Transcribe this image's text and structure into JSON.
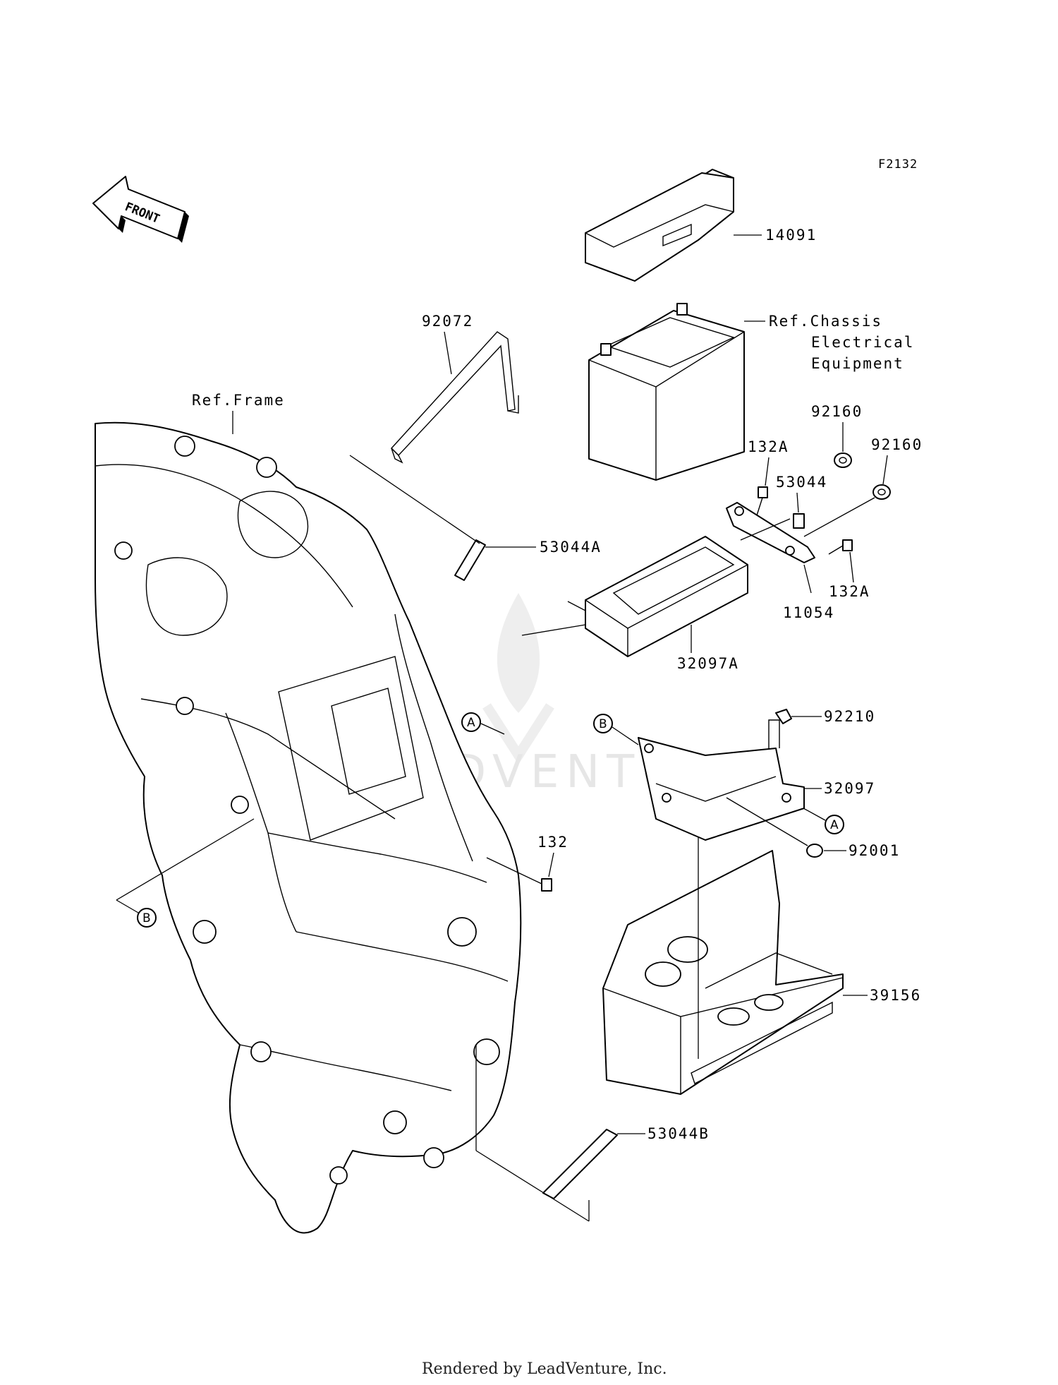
{
  "figure_code": "F2132",
  "front_arrow": {
    "text": "FRONT"
  },
  "references": {
    "frame": "Ref.Frame",
    "chassis_line1": "Ref.Chassis",
    "chassis_line2": "Electrical",
    "chassis_line3": "Equipment"
  },
  "callouts": {
    "p14091": "14091",
    "p92072": "92072",
    "p92160_a": "92160",
    "p92160_b": "92160",
    "p132A_a": "132A",
    "p53044": "53044",
    "p53044A": "53044A",
    "p132A_b": "132A",
    "p11054": "11054",
    "p32097A": "32097A",
    "p92210": "92210",
    "p32097": "32097",
    "p92001": "92001",
    "p132": "132",
    "p39156": "39156",
    "p53044B": "53044B"
  },
  "markers": {
    "a_left": "A",
    "a_right": "A",
    "b_left": "B",
    "b_right": "B"
  },
  "watermark": "LEADVENTURE",
  "footer": "Rendered by LeadVenture, Inc."
}
